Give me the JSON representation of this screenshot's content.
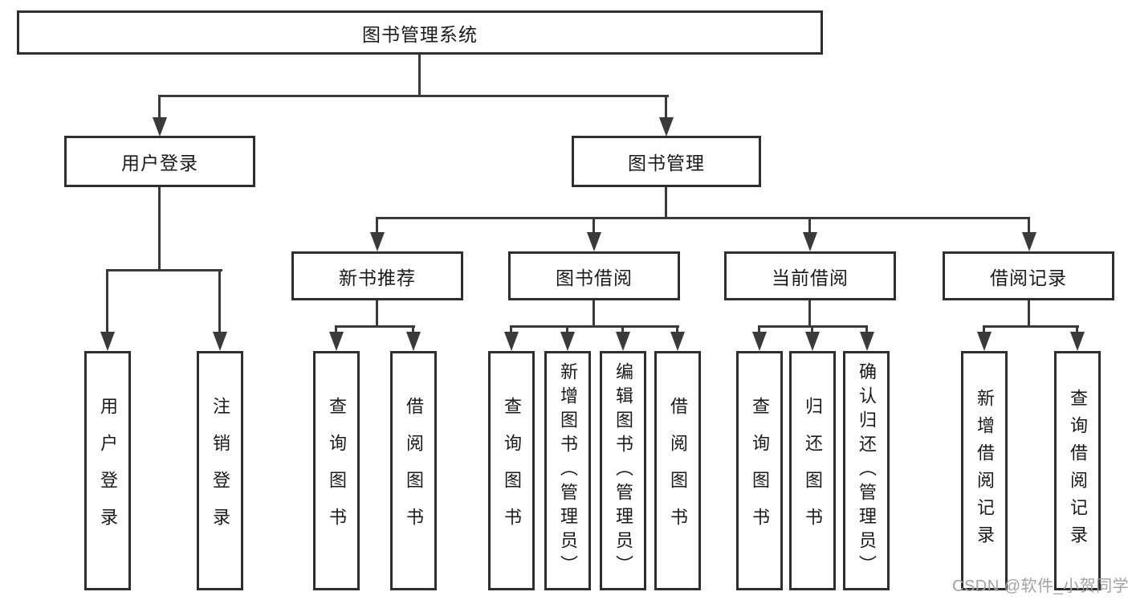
{
  "colors": {
    "background": "#ffffff",
    "box_border": "#2e2e2e",
    "connector_line": "#3a3a3a",
    "text": "#1a1a1a",
    "watermark_text": "#a2a2a2"
  },
  "tree": {
    "root": {
      "label": "图书管理系统"
    },
    "branches": [
      {
        "label": "用户登录",
        "children": [
          {
            "label": "用户登录"
          },
          {
            "label": "注销登录"
          }
        ]
      },
      {
        "label": "图书管理",
        "children": [
          {
            "label": "新书推荐",
            "children": [
              {
                "label": "查询图书"
              },
              {
                "label": "借阅图书"
              }
            ]
          },
          {
            "label": "图书借阅",
            "children": [
              {
                "label": "查询图书"
              },
              {
                "label": "新增图书（管理员）"
              },
              {
                "label": "编辑图书（管理员）"
              },
              {
                "label": "借阅图书"
              }
            ]
          },
          {
            "label": "当前借阅",
            "children": [
              {
                "label": "查询图书"
              },
              {
                "label": "归还图书"
              },
              {
                "label": "确认归还（管理员）"
              }
            ]
          },
          {
            "label": "借阅记录",
            "children": [
              {
                "label": "新增借阅记录"
              },
              {
                "label": "查询借阅记录"
              }
            ]
          }
        ]
      }
    ]
  },
  "watermark": {
    "text": "CSDN @软件_小贺同学"
  }
}
